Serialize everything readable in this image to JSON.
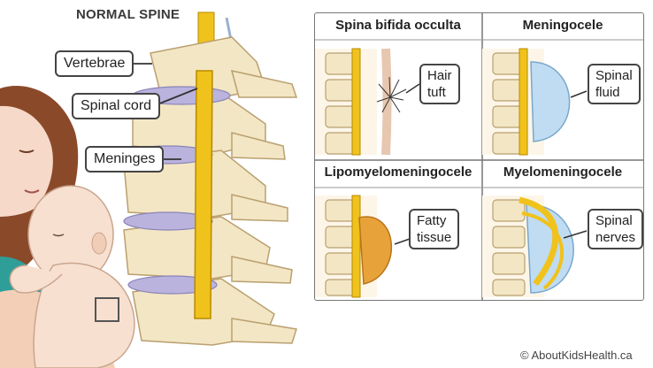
{
  "main": {
    "title": "NORMAL SPINE",
    "labels": {
      "vertebrae": "Vertebrae",
      "spinal_cord": "Spinal cord",
      "meninges": "Meninges"
    }
  },
  "panels": [
    {
      "title": "Spina bifida occulta",
      "callout_line1": "Hair",
      "callout_line2": "tuft"
    },
    {
      "title": "Meningocele",
      "callout_line1": "Spinal",
      "callout_line2": "fluid"
    },
    {
      "title": "Lipomyelomeningocele",
      "callout_line1": "Fatty",
      "callout_line2": "tissue"
    },
    {
      "title": "Myelomeningocele",
      "callout_line1": "Spinal",
      "callout_line2": "nerves"
    }
  ],
  "credit": "© AboutKidsHealth.ca",
  "colors": {
    "bone": "#f3e6c4",
    "bone_shadow": "#d8c393",
    "cord": "#f0c21c",
    "disc": "#b9b3dd",
    "fluid": "#bfdcf2",
    "fat": "#e8a23a",
    "skin": "#f6d9c8",
    "hair": "#8a4a2a"
  }
}
